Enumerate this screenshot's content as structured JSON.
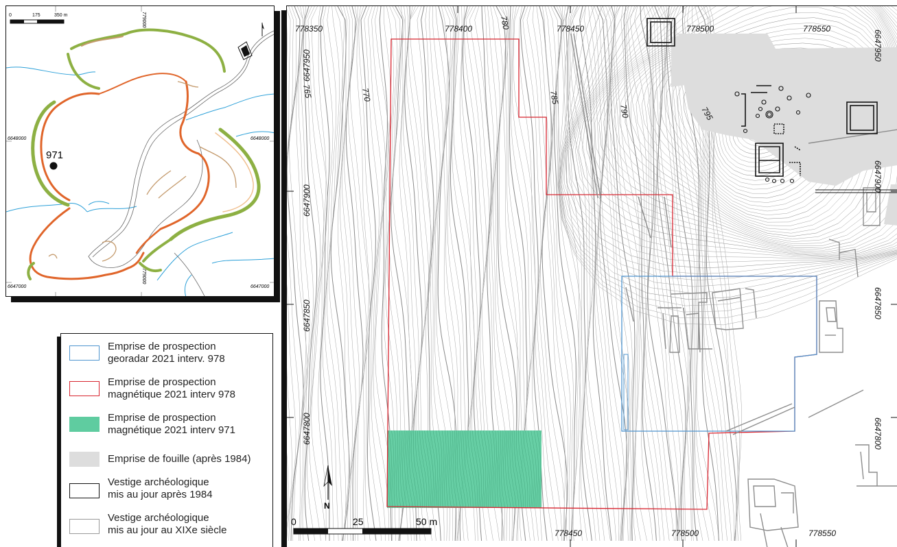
{
  "inset": {
    "scale_labels": [
      "0",
      "175",
      "350 m"
    ],
    "grid_labels": {
      "x_top": "779000",
      "x_bottom": "779000",
      "y_left_upper": "6648000",
      "y_right_upper": "6648000",
      "y_left_lower": "6647000",
      "y_right_lower": "6647000"
    },
    "site_label": "971"
  },
  "main": {
    "x_top_labels": [
      "778350",
      "778400",
      "778450",
      "778500",
      "778550"
    ],
    "x_bottom_labels": [
      "778450",
      "778500",
      "778550"
    ],
    "y_left_labels": [
      "6647950",
      "6647900",
      "6647850",
      "6647800"
    ],
    "y_right_labels": [
      "6647950",
      "6647900",
      "6647850",
      "6647800"
    ],
    "contour_labels": [
      "765",
      "770",
      "780",
      "785",
      "790",
      "795"
    ],
    "north_label": "N",
    "scale_labels": [
      "0",
      "25",
      "50 m"
    ]
  },
  "legend": {
    "items": [
      {
        "label_1": "Emprise de prospection",
        "label_2": "georadar 2021 interv. 978",
        "color": "#4f95cf",
        "style": "outline"
      },
      {
        "label_1": "Emprise de prospection",
        "label_2": "magnétique 2021 interv 978",
        "color": "#d8242f",
        "style": "outline"
      },
      {
        "label_1": "Emprise de prospection",
        "label_2": "magnétique 2021 interv 971",
        "color": "#5fcca0",
        "style": "fill"
      },
      {
        "label_1": "Emprise de fouille (après 1984)",
        "label_2": "",
        "color": "#dddddd",
        "style": "fill"
      },
      {
        "label_1": "Vestige archéologique",
        "label_2": "mis au jour après 1984",
        "color": "#111111",
        "style": "outline"
      },
      {
        "label_1": "Vestige archéologique",
        "label_2": "mis au jour au XIXe siècle",
        "color": "#999999",
        "style": "outline"
      }
    ]
  },
  "colors": {
    "georadar": "#4f95cf",
    "magnetic_978": "#d8242f",
    "magnetic_971": "#5fcca0",
    "excavation": "#dddddd",
    "remains_after_1984": "#111111",
    "remains_19th": "#999999",
    "river": "#2a9fd8",
    "rampart_green": "#8db043",
    "rampart_orange": "#e0652a",
    "rampart_tan": "#c49a6c",
    "contour": "#a6a6a6"
  }
}
